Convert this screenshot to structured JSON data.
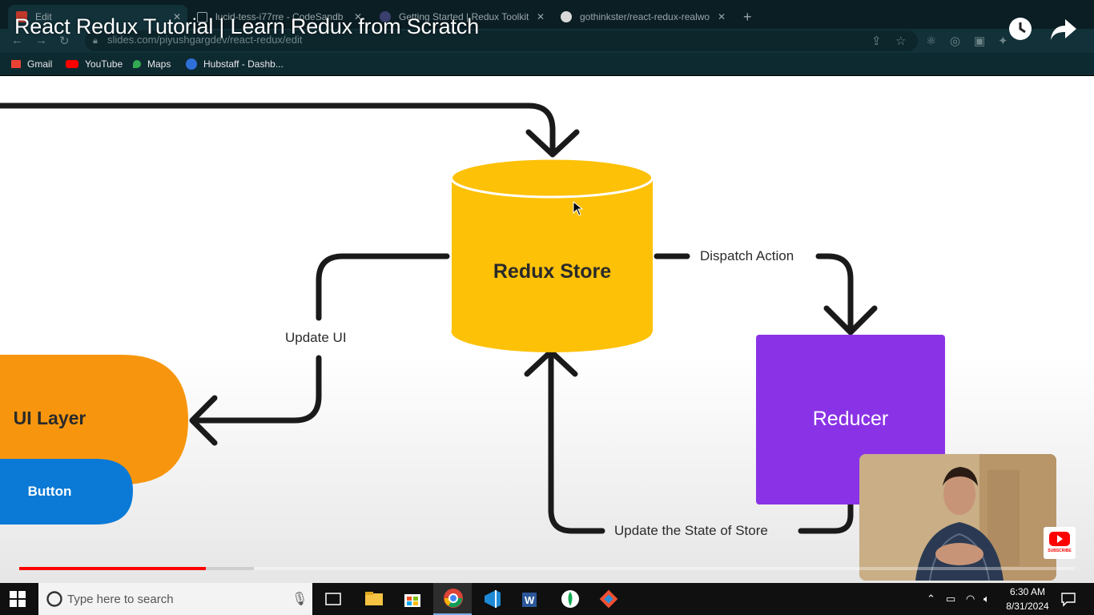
{
  "video": {
    "title": "React Redux Tutorial | Learn Redux from Scratch"
  },
  "browser": {
    "tabs": [
      {
        "label": "Edit",
        "favicon": "slides-icon"
      },
      {
        "label": "lucid-tess-i77rre - CodeSandb",
        "favicon": "codesandbox-icon"
      },
      {
        "label": "Getting Started | Redux Toolkit",
        "favicon": "redux-icon"
      },
      {
        "label": "gothinkster/react-redux-realwo",
        "favicon": "github-icon"
      }
    ],
    "url": "slides.com/piyushgargdev/react-redux/edit",
    "bookmarks": [
      {
        "label": "Gmail"
      },
      {
        "label": "YouTube"
      },
      {
        "label": "Maps"
      },
      {
        "label": "Hubstaff - Dashb..."
      }
    ]
  },
  "diagram": {
    "store_label": "Redux Store",
    "reducer_label": "Reducer",
    "ui_layer_label": "UI Layer",
    "button_label": "Button",
    "dispatch_label": "Dispatch Action",
    "update_ui_label": "Update UI",
    "update_state_label": "Update the State of Store",
    "colors": {
      "store": "#fdc107",
      "reducer": "#8a33e6",
      "ui_layer": "#f7960e",
      "button": "#0a7ad6",
      "arrow": "#1a1a1a"
    }
  },
  "player": {
    "progress": 0.177,
    "buffered": 0.222,
    "subscribe_label": "SUBSCRIBE"
  },
  "taskbar": {
    "search_placeholder": "Type here to search",
    "time": "6:30 AM",
    "date": "8/31/2024"
  }
}
